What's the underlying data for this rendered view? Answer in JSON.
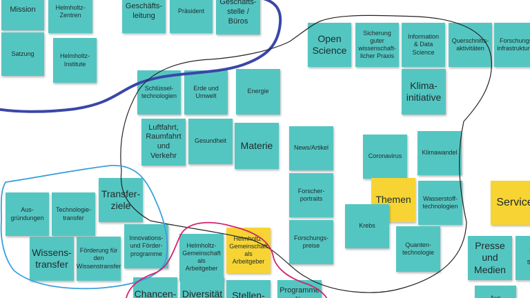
{
  "notes": {
    "mission": "Mission",
    "helmholtz_zentren": "Helmholtz-\nZentren",
    "geschaeftsleitung": "Geschäfts-\nleitung",
    "praesident": "Präsident",
    "geschaeftsstelle": "Geschäfts-\nstelle /\nBüros",
    "satzung": "Satzung",
    "helmholtz_institute": "Helmholtz-\nInstitute",
    "open_science": "Open\nScience",
    "sicherung_praxis": "Sicherung\nguter\nwissenschaft-\nlicher Praxis",
    "information_data_science": "Information\n& Data\nScience",
    "querschnittsaktivitaeten": "Querschnitts-\naktivitäten",
    "forschungsinfrastrukturen": "Forschungs-\ninfrastrukturen",
    "schluesseltechnologien": "Schlüssel-\ntechnologien",
    "erde_umwelt": "Erde und\nUmwelt",
    "energie": "Energie",
    "klimainitiative": "Klima-\ninitiative",
    "luftfahrt": "Luftfahrt,\nRaumfahrt\nund\nVerkehr",
    "gesundheit": "Gesundheit",
    "materie": "Materie",
    "news_artikel": "News/Artikel",
    "coronavirus": "Coronavirus",
    "klimawandel": "Klimawandel",
    "forscherportraits": "Forscher-\nportraits",
    "themen": "Themen",
    "wasserstofftechnologien": "Wasserstoff-\ntechnologien",
    "service": "Service",
    "ausgruendungen": "Aus-\ngründungen",
    "technologietransfer": "Technologie-\ntransfer",
    "transferziele": "Transfer-\nziele",
    "krebs": "Krebs",
    "forschungspreise": "Forschungs-\npreise",
    "wissenstransfer": "Wissens-\ntransfer",
    "foerderung_wissenstransfer": "Förderung für\nden\nWissenstransfer",
    "innovationsprogramme": "Innovations-\nund Förder-\nprogramme",
    "arbeitgeber_teal": "Helmholtz-\nGemeinschaft\nals\nArbeitgeber",
    "arbeitgeber_yellow": "Helmholtz-\nGemeinschaft\nals\nArbeitgeber",
    "quantentechnologie": "Quanten-\ntechnologie",
    "presse_medien": "Presse\nund\nMedien",
    "partial_v": "V\nsta",
    "chancen": "Chancen-",
    "diversitaet": "Diversität",
    "stellen": "Stellen-",
    "programme_fuer": "Programme\nfür",
    "partial_aus": "Aus"
  },
  "colors": {
    "note_teal": "#54c6c2",
    "note_yellow": "#f7d433",
    "stroke_navy": "#3a46a8",
    "stroke_black": "#222222",
    "stroke_blue": "#3aa0dc",
    "stroke_magenta": "#d4206e"
  }
}
